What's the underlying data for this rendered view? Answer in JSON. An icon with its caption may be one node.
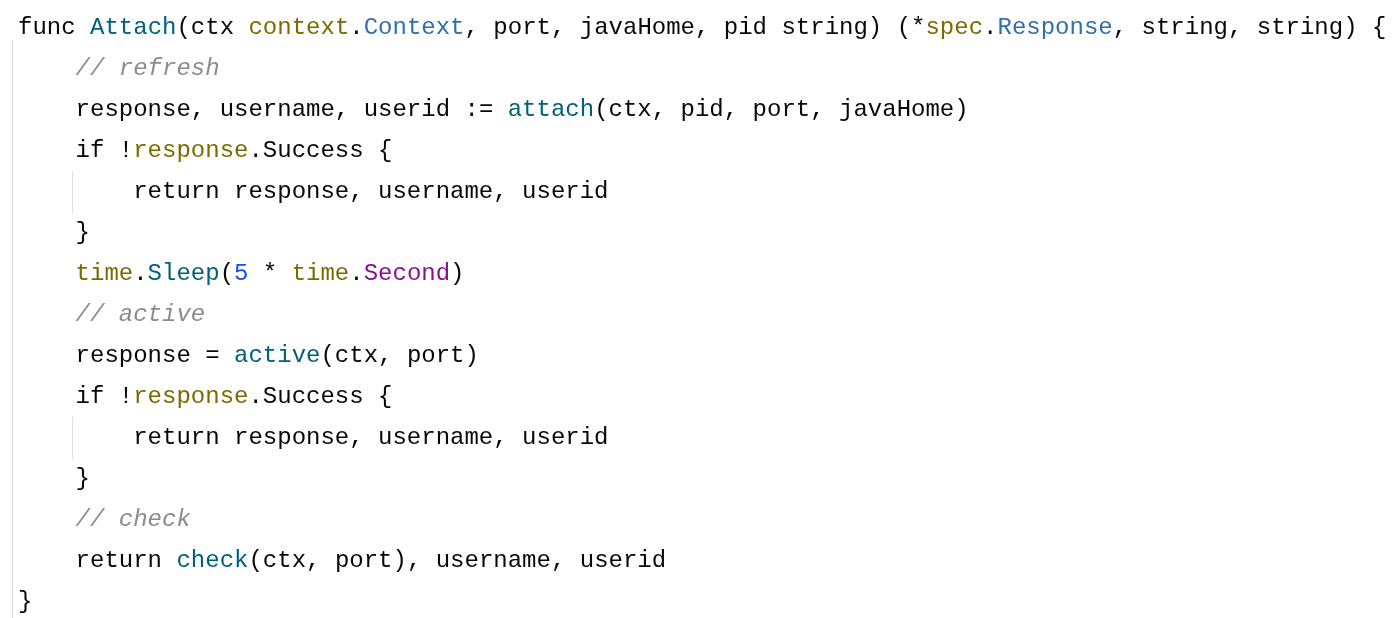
{
  "diagram": {
    "labels": [
      "func Attach(ctx context.Context, port, javaHome, pid string) (*spec.Response, string, string) {",
      "// refresh",
      "response, username, userid := attach(ctx, pid, port, javaHome)",
      "if !response.Success {",
      "return response, username, userid",
      "}",
      "time.Sleep(5 * time.Second)",
      "// active",
      "response = active(ctx, port)",
      "if !response.Success {",
      "return response, username, userid",
      "}",
      "// check",
      "return check(ctx, port), username, userid",
      "}"
    ]
  }
}
